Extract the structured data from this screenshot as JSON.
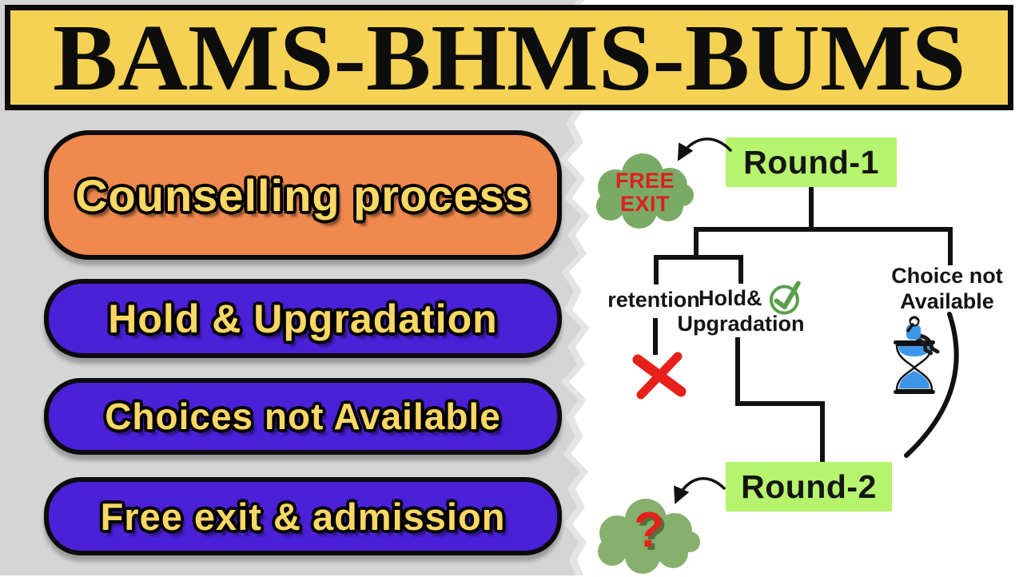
{
  "banner": {
    "title": "BAMS-BHMS-BUMS"
  },
  "sidebar": {
    "items": [
      {
        "label": "Counselling process",
        "bg": "#F0894E"
      },
      {
        "label": "Hold & Upgradation",
        "bg": "#4B20D9"
      },
      {
        "label": "Choices not Available",
        "bg": "#4B20D9"
      },
      {
        "label": "Free exit & admission",
        "bg": "#4B20D9"
      }
    ]
  },
  "flowchart": {
    "round1": "Round-1",
    "round2": "Round-2",
    "free_exit": {
      "line1": "FREE",
      "line2": "EXIT"
    },
    "retention": "retention",
    "hold_upgradation": {
      "line1": "Hold&",
      "line2": "Upgradation"
    },
    "choice_not_available": {
      "line1": "Choice not",
      "line2": "Available"
    },
    "question": "?"
  },
  "icons": {
    "check": "check-circle-icon",
    "cross": "red-cross-icon",
    "hourglass": "hourglass-person-icon",
    "free_exit_cloud": "cloud-shape-icon",
    "question_cloud": "cloud-shape-icon",
    "arrows": "curved-arrow-icon"
  },
  "colors": {
    "banner_bg": "#F6D254",
    "panel_bg": "#D5D5D5",
    "orange": "#F0894E",
    "purple": "#4B20D9",
    "label_yellow": "#FBD763",
    "node_green": "#B6F46E",
    "cloud_green": "#7BAA64",
    "red": "#E3221C",
    "line_black": "#111111",
    "check_green": "#5B9E4C",
    "sand_blue": "#3F96E8"
  }
}
